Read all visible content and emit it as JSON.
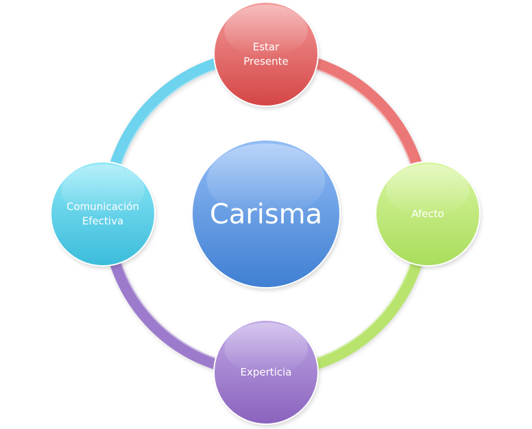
{
  "diagram": {
    "type": "radial-cycle",
    "center": {
      "label": "Carisma",
      "color_top": "#93bdf6",
      "color_bottom": "#3f7fd2"
    },
    "nodes": [
      {
        "id": "estar-presente",
        "lines": [
          "Estar",
          "Presente"
        ],
        "position": "top",
        "color_top": "#f39a9a",
        "color_bottom": "#d54545"
      },
      {
        "id": "afecto",
        "lines": [
          "Afecto"
        ],
        "position": "right",
        "color_top": "#d9f5a0",
        "color_bottom": "#a9dd5c"
      },
      {
        "id": "experticia",
        "lines": [
          "Experticia"
        ],
        "position": "bottom",
        "color_top": "#c0a8e6",
        "color_bottom": "#8a62bd"
      },
      {
        "id": "comunicacion-efectiva",
        "lines": [
          "Comunicación",
          "Efectiva"
        ],
        "position": "left",
        "color_top": "#8ee8f7",
        "color_bottom": "#3bbcdb"
      }
    ],
    "connectors": [
      {
        "from": "estar-presente",
        "to": "afecto",
        "color": "#ec7777"
      },
      {
        "from": "afecto",
        "to": "experticia",
        "color": "#b8e46e"
      },
      {
        "from": "experticia",
        "to": "comunicacion-efectiva",
        "color": "#9c7bcc"
      },
      {
        "from": "comunicacion-efectiva",
        "to": "estar-presente",
        "color": "#6dd3ee"
      }
    ]
  }
}
